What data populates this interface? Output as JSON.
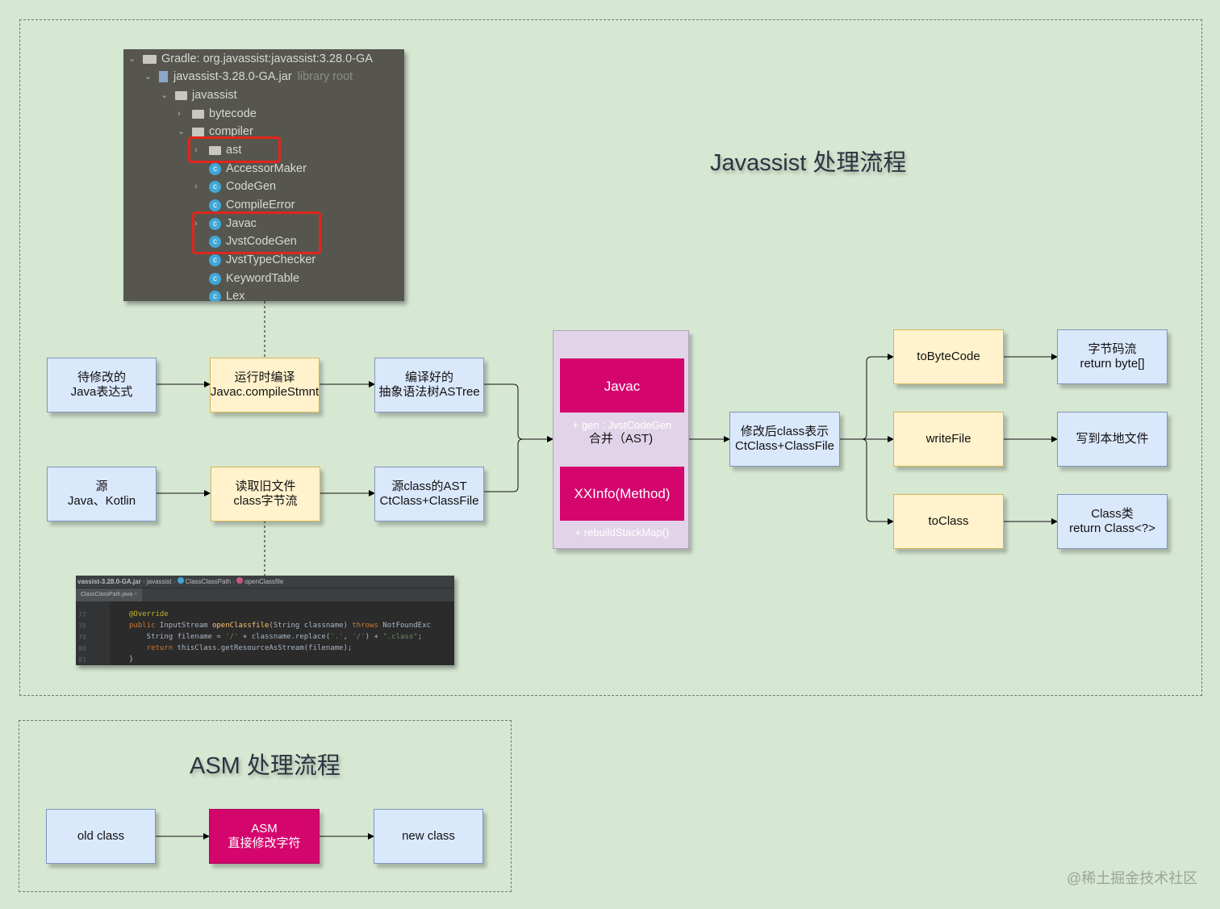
{
  "javassist_section": {
    "title": "Javassist 处理流程",
    "ide_tree": {
      "rows": [
        {
          "text": "Gradle: org.javassist:javassist:3.28.0-GA",
          "muted": ""
        },
        {
          "text": "javassist-3.28.0-GA.jar",
          "muted": "library root"
        },
        {
          "text": "javassist",
          "muted": ""
        },
        {
          "text": "bytecode",
          "muted": ""
        },
        {
          "text": "compiler",
          "muted": ""
        },
        {
          "text": "ast",
          "muted": ""
        },
        {
          "text": "AccessorMaker",
          "muted": ""
        },
        {
          "text": "CodeGen",
          "muted": ""
        },
        {
          "text": "CompileError",
          "muted": ""
        },
        {
          "text": "Javac",
          "muted": ""
        },
        {
          "text": "JvstCodeGen",
          "muted": ""
        },
        {
          "text": "JvstTypeChecker",
          "muted": ""
        },
        {
          "text": "KeywordTable",
          "muted": ""
        },
        {
          "text": "Lex",
          "muted": ""
        }
      ]
    },
    "code_snippet": {
      "breadcrumb": [
        "vassist-3.28.0-GA.jar",
        "javassist",
        "ClassClassPath",
        "openClassfile"
      ],
      "tab": "ClassClassPath.java",
      "line_numbers": [
        "77",
        "78",
        "79",
        "80",
        "81"
      ],
      "lines": {
        "annotation": "@Override",
        "l1_kw": "public",
        "l1_type": " InputStream ",
        "l1_fn": "openClassfile",
        "l1_args": "(String classname) ",
        "l1_throws": "throws",
        "l1_rest": " NotFoundExc",
        "l2_pre": "    String filename = ",
        "l2_s1": "'/'",
        "l2_mid": " + classname.replace(",
        "l2_s2": "'.'",
        "l2_comma": ", ",
        "l2_s3": "'/'",
        "l2_plus": ") + ",
        "l2_s4": "\".class\"",
        "l2_end": ";",
        "l3_kw": "    return",
        "l3_rest": " thisClass.getResourceAsStream(filename);",
        "l4": "}"
      }
    },
    "nodes": {
      "modify_expr": "待修改的\nJava表达式",
      "runtime_compile": "运行时编译\nJavac.compileStmnt",
      "compiled_ast": "编译好的\n抽象语法树ASTree",
      "source": "源\nJava、Kotlin",
      "read_file": "读取旧文件\nclass字节流",
      "source_ast": "源class的AST\nCtClass+ClassFile",
      "javac_title": "Javac",
      "javac_sub": "+ gen : JvstCodeGen",
      "merge": "合并（AST)",
      "xxinfo_title": "XXInfo(Method)",
      "xxinfo_sub": "+ rebuildStackMap()",
      "modified_class": "修改后class表示\nCtClass+ClassFile",
      "to_bytecode": "toByteCode",
      "write_file": "writeFile",
      "to_class": "toClass",
      "bytes_out": "字节码流\nreturn byte[]",
      "local_file": "写到本地文件",
      "class_out": "Class类\nreturn Class<?>"
    }
  },
  "asm_section": {
    "title": "ASM 处理流程",
    "nodes": {
      "old_class": "old class",
      "asm": "ASM\n直接修改字符",
      "new_class": "new class"
    }
  },
  "watermark": "@稀土掘金技术社区",
  "colors": {
    "background": "#d6e7d2",
    "blue_box": "#dae8fc",
    "yellow_box": "#fff2cc",
    "magenta": "#d4066e",
    "lilac": "#e2d4e8",
    "ide_background": "#56564f",
    "highlight_red": "#e0261c"
  }
}
